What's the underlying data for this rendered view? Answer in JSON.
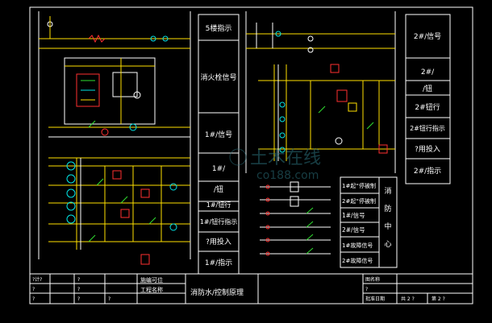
{
  "colors": {
    "background": "#000000",
    "frame": "#ffffff",
    "wiring": "#ffe000",
    "symbols": "#00e5e5",
    "relays": "#ff3030",
    "contacts": "#30e030",
    "watermark": "#2a6f7a"
  },
  "left_column": {
    "items": [
      "5楼指示",
      "消火栓信号",
      "1#/信号",
      "1#/",
      "/钮",
      "1#/钮行",
      "1#/钮行指示",
      "?用投入",
      "1#/指示"
    ]
  },
  "right_column": {
    "items": [
      "2#/信号",
      "2#/",
      "/钮",
      "2#钮行",
      "2#钮行指示",
      "?用投入",
      "2#/指示"
    ]
  },
  "terminal_table": {
    "rows": [
      "1#起“停被制",
      "2#起“停被制",
      "1#/信号",
      "2#/信号",
      "1#故障信号",
      "2#故障信号"
    ],
    "center_label": [
      "消",
      "防",
      "中",
      "心"
    ]
  },
  "title_block": {
    "left_cells": [
      "?计?",
      "?",
      "?",
      "?",
      "?",
      "?",
      "?"
    ],
    "mid_labels": [
      "施编可位",
      "工程名称"
    ],
    "drawing_title": "消防水/控制原理",
    "right_labels": [
      "图名称",
      "?",
      "批准日期",
      "共 2 ?",
      "第 2 ?"
    ]
  },
  "watermark": {
    "line1": "土木在线",
    "line2": "co188.com"
  }
}
